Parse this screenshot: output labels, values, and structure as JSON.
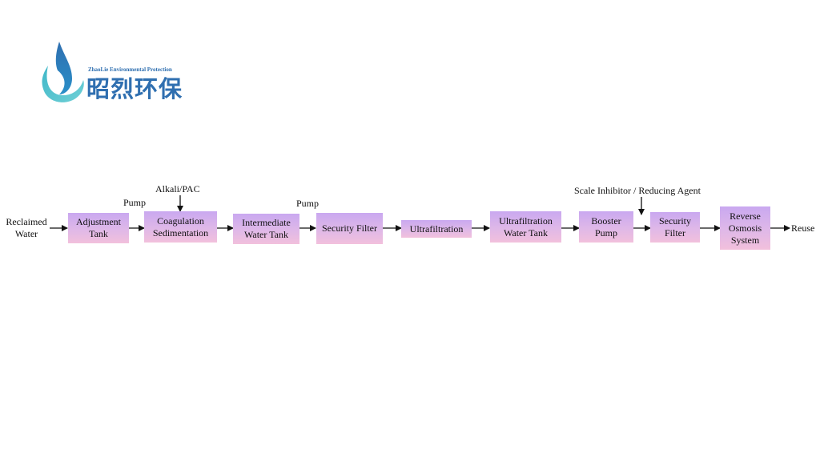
{
  "logo": {
    "en": "ZhaoLie Environmental Protection",
    "cn": "昭烈环保",
    "colors": {
      "primary": "#2f6fb0",
      "accent": "#3fb7c8"
    }
  },
  "diagram": {
    "input": "Reclaimed Water",
    "output": "Reuse",
    "nodes": [
      {
        "id": "adjustment-tank",
        "label": "Adjustment Tank"
      },
      {
        "id": "coagulation-sedimentation",
        "label": "Coagulation Sedimentation"
      },
      {
        "id": "intermediate-water-tank",
        "label": "Intermediate Water Tank"
      },
      {
        "id": "security-filter-1",
        "label": "Security Filter"
      },
      {
        "id": "ultrafiltration",
        "label": "Ultrafiltration"
      },
      {
        "id": "ultrafiltration-water-tank",
        "label": "Ultrafiltration Water Tank"
      },
      {
        "id": "booster-pump",
        "label": "Booster Pump"
      },
      {
        "id": "security-filter-2",
        "label": "Security Filter"
      },
      {
        "id": "reverse-osmosis-system",
        "label": "Reverse Osmosis System"
      }
    ],
    "annotations": {
      "pump_1": "Pump",
      "pump_2": "Pump",
      "dosing_1": "Alkali/PAC",
      "dosing_2": "Scale Inhibitor / Reducing Agent"
    },
    "colors": {
      "box_top": "#c9a8f0",
      "box_bottom": "#f2c0dc",
      "arrow": "#111111"
    }
  }
}
